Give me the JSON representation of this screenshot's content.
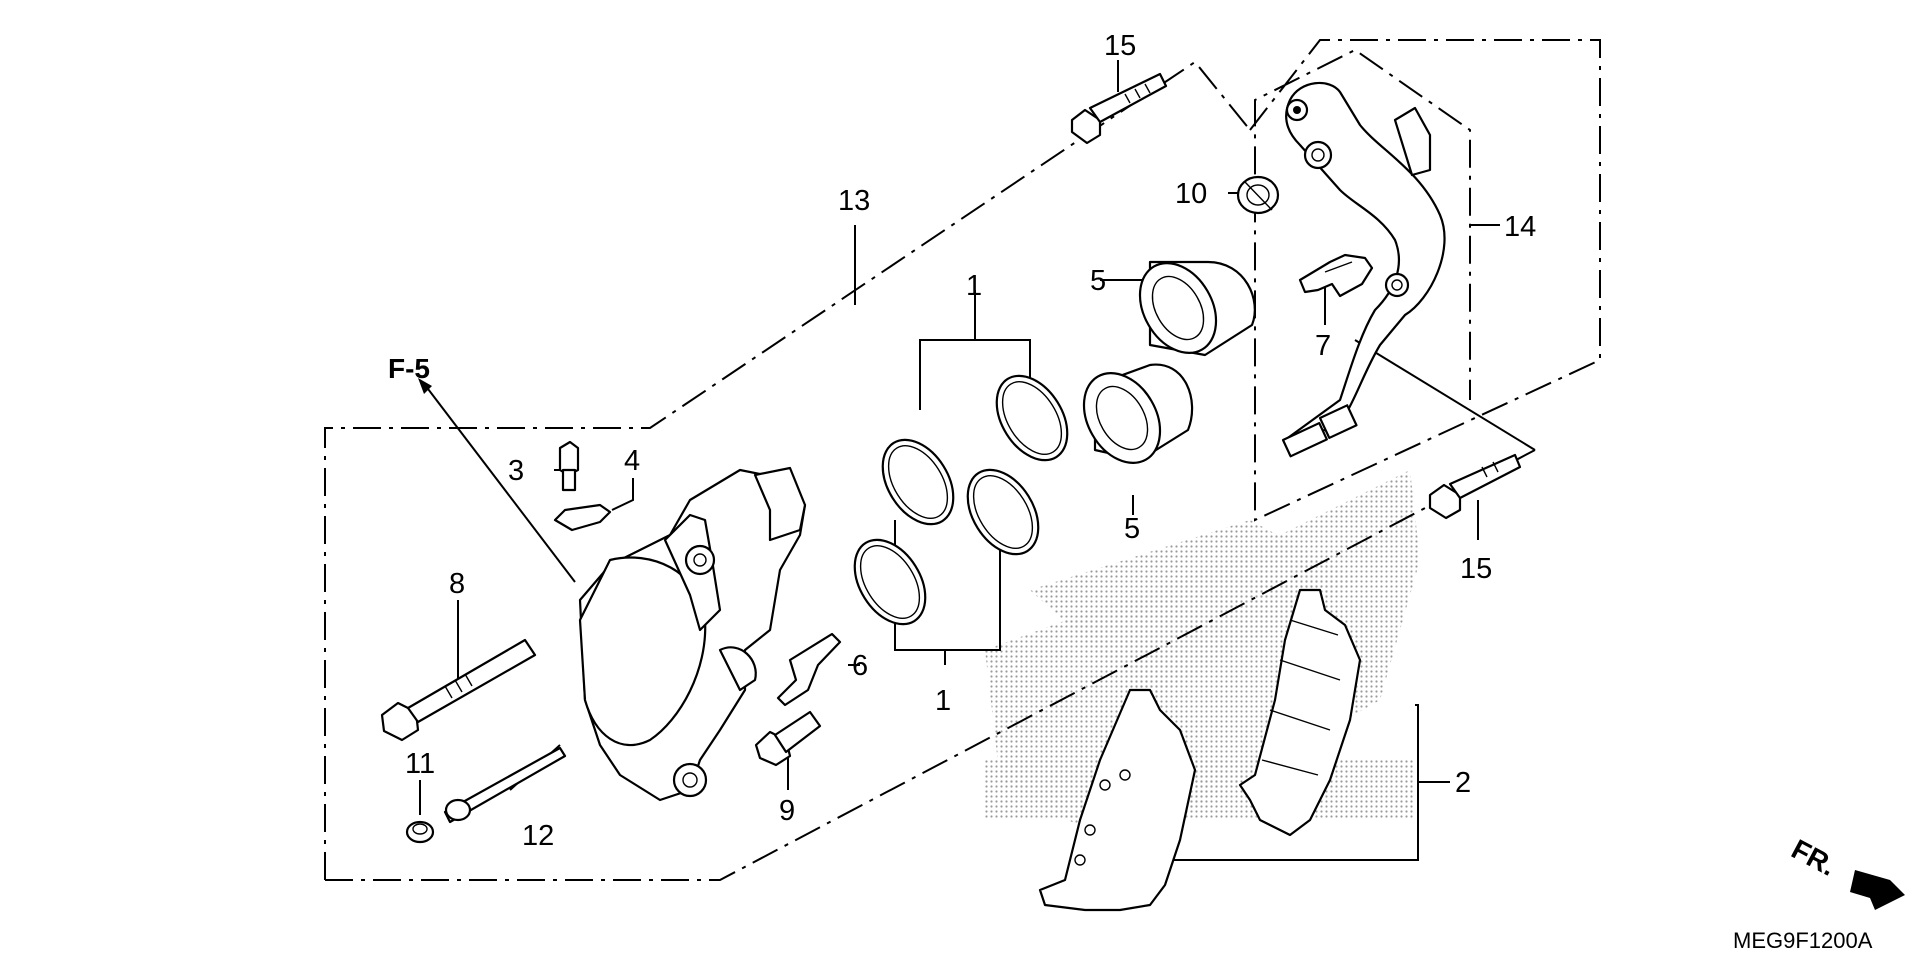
{
  "diagram": {
    "part_labels": {
      "p1_top": "1",
      "p1_bottom": "1",
      "p2": "2",
      "p3": "3",
      "p4": "4",
      "p5_top": "5",
      "p5_bottom": "5",
      "p6": "6",
      "p7": "7",
      "p8": "8",
      "p9": "9",
      "p10": "10",
      "p11": "11",
      "p12": "12",
      "p13": "13",
      "p14": "14",
      "p15_top": "15",
      "p15_bottom": "15"
    },
    "reference": "F-5",
    "front_label": "FR.",
    "drawing_code": "MEG9F1200A"
  },
  "colors": {
    "ink": "#000000",
    "background": "#ffffff",
    "screen": "#b5b5b5"
  }
}
